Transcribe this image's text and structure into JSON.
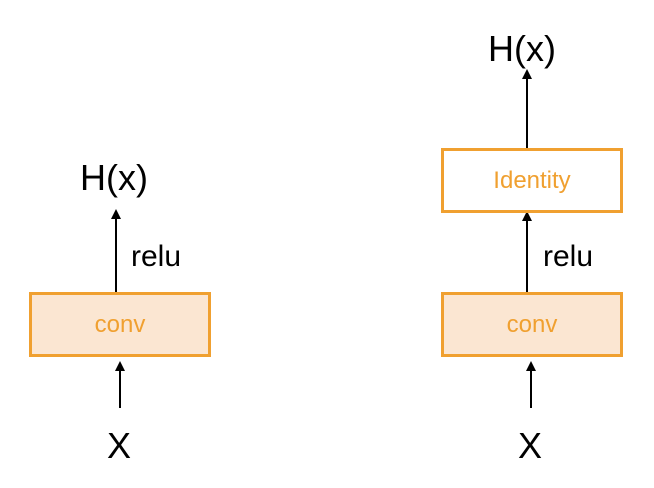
{
  "colors": {
    "box_border": "#F0A030",
    "box_text": "#F0A030",
    "conv_fill": "#FBE6D2",
    "identity_fill": "#FFFFFF",
    "arrow": "#000000"
  },
  "left": {
    "output_label": "H(x)",
    "activation_label": "relu",
    "layer_label": "conv",
    "input_label": "X"
  },
  "right": {
    "output_label": "H(x)",
    "identity_label": "Identity",
    "activation_label": "relu",
    "layer_label": "conv",
    "input_label": "X"
  }
}
